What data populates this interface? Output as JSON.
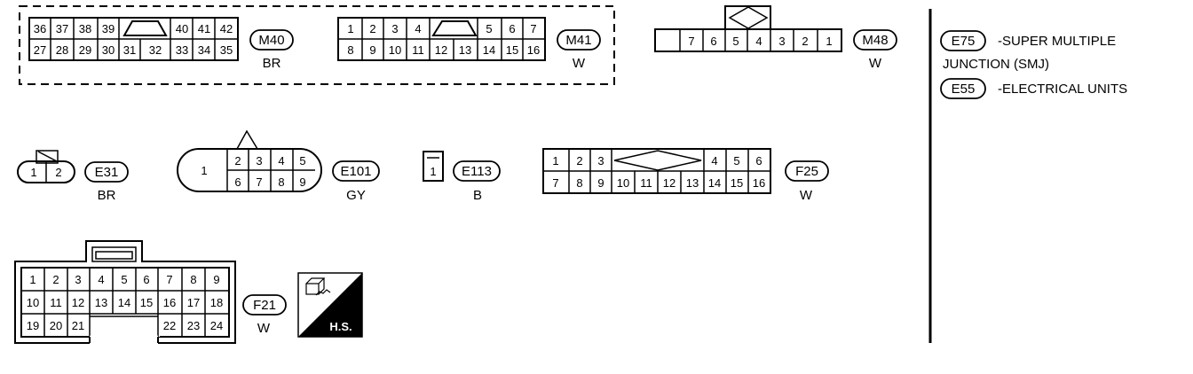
{
  "connectors": {
    "m40": {
      "id": "M40",
      "color": "BR",
      "row1": [
        "36",
        "37",
        "38",
        "39",
        "40",
        "41",
        "42"
      ],
      "row2": [
        "27",
        "28",
        "29",
        "30",
        "31",
        "32",
        "33",
        "34",
        "35"
      ]
    },
    "m41": {
      "id": "M41",
      "color": "W",
      "row1": [
        "1",
        "2",
        "3",
        "4",
        "5",
        "6",
        "7"
      ],
      "row2": [
        "8",
        "9",
        "10",
        "11",
        "12",
        "13",
        "14",
        "15",
        "16"
      ]
    },
    "m48": {
      "id": "M48",
      "color": "W",
      "row1": [
        "",
        "7",
        "6",
        "5",
        "4",
        "3",
        "2",
        "1"
      ]
    },
    "e31": {
      "id": "E31",
      "color": "BR",
      "pins": [
        "1",
        "2"
      ]
    },
    "e101": {
      "id": "E101",
      "color": "GY",
      "big": "1",
      "row1": [
        "2",
        "3",
        "4",
        "5"
      ],
      "row2": [
        "6",
        "7",
        "8",
        "9"
      ]
    },
    "e113": {
      "id": "E113",
      "color": "B",
      "pins": [
        "1"
      ]
    },
    "f25": {
      "id": "F25",
      "color": "W",
      "row1": [
        "1",
        "2",
        "3",
        "4",
        "5",
        "6"
      ],
      "row2": [
        "7",
        "8",
        "9",
        "10",
        "11",
        "12",
        "13",
        "14",
        "15",
        "16"
      ]
    },
    "f21": {
      "id": "F21",
      "color": "W",
      "row1": [
        "1",
        "2",
        "3",
        "4",
        "5",
        "6",
        "7",
        "8",
        "9"
      ],
      "row2": [
        "10",
        "11",
        "12",
        "13",
        "14",
        "15",
        "16",
        "17",
        "18"
      ],
      "row3": [
        "19",
        "20",
        "21",
        "22",
        "23",
        "24"
      ]
    }
  },
  "hs_label": "H.S.",
  "legend": [
    {
      "id": "E75",
      "line1": "-SUPER MULTIPLE",
      "line2": "JUNCTION (SMJ)"
    },
    {
      "id": "E55",
      "line1": "-ELECTRICAL UNITS",
      "line2": ""
    }
  ]
}
